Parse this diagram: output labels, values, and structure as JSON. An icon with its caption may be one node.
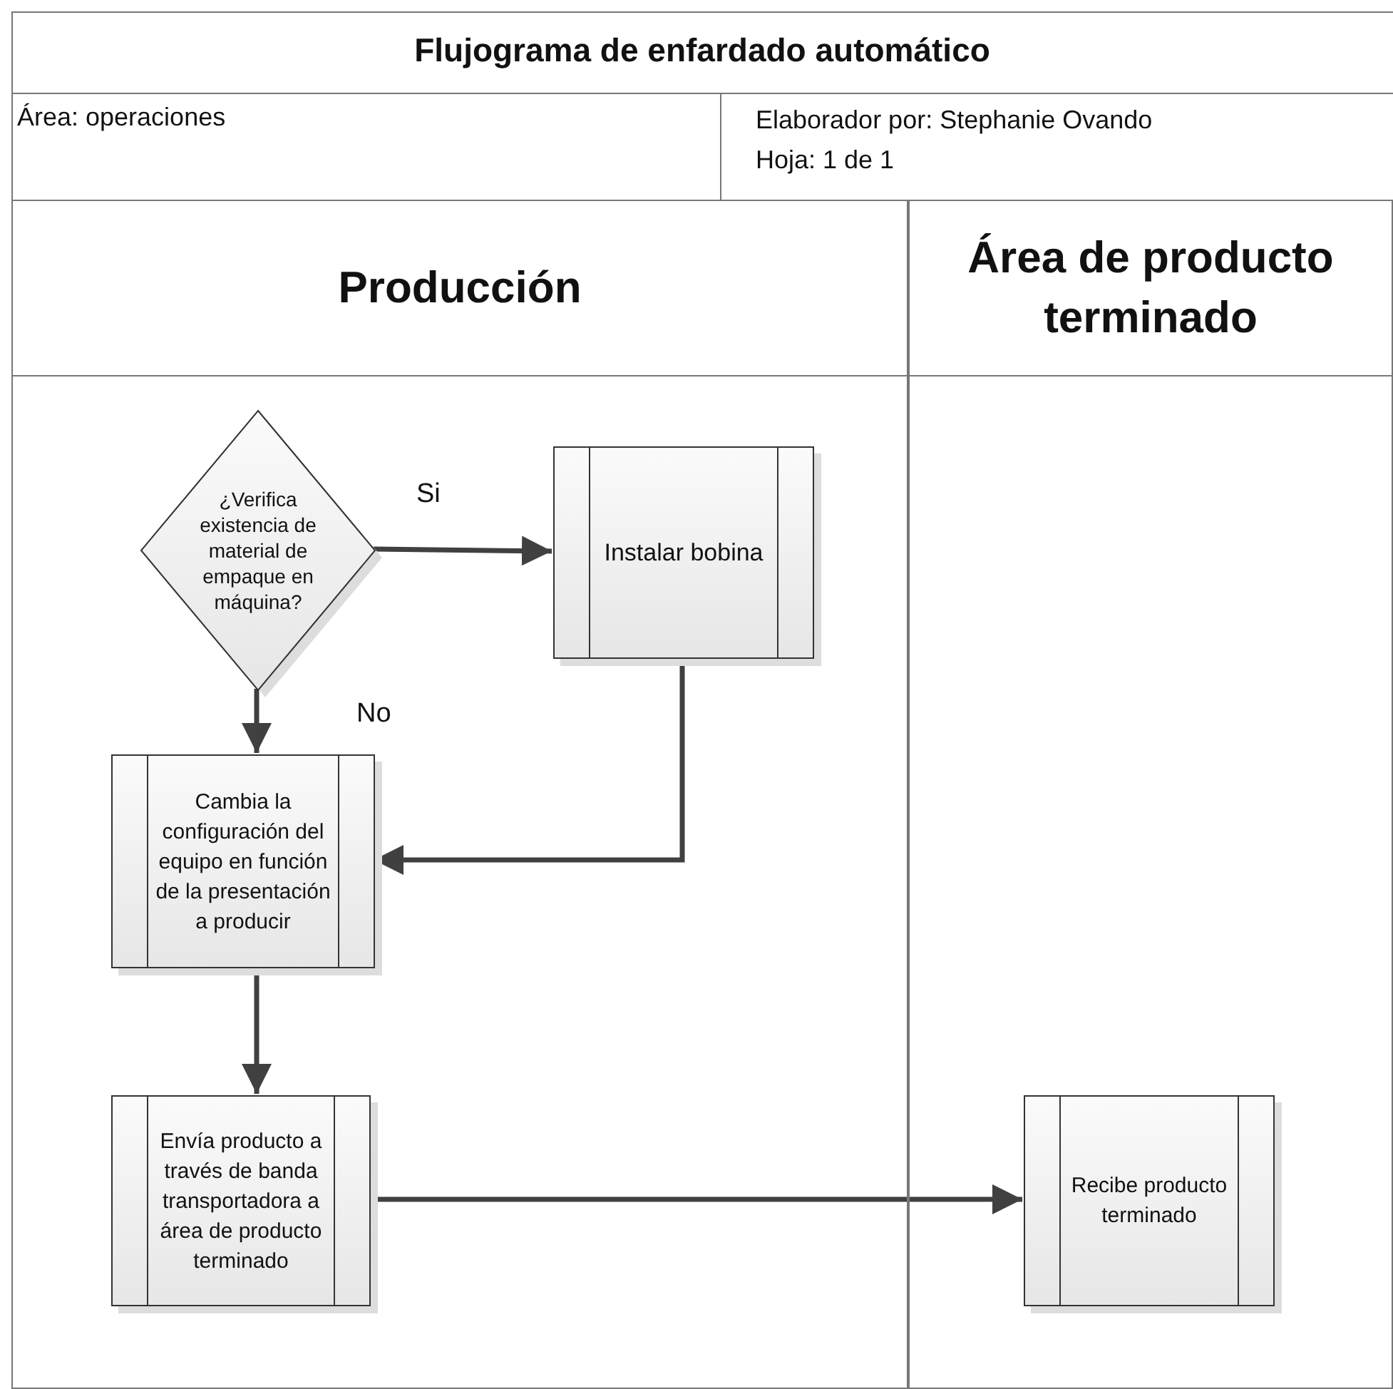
{
  "diagram": {
    "title": "Flujograma de enfardado automático",
    "nodes": [
      {
        "text": [
          "Producción"
        ]
      },
      {
        "text": [
          "Área de producto terminado"
        ]
      },
      {
        "text": [
          "¿Verifica existencia de material de empaque en máquina?"
        ],
        "in": 0
      },
      {
        "text": [
          "Instalar bobina"
        ],
        "in": 0
      },
      {
        "text": [
          "Cambia la configuración del equipo en función de la presentación a producir"
        ],
        "in": 0
      },
      {
        "text": [
          "Envía producto a través de banda transportadora a área de producto terminado"
        ],
        "in": 0
      },
      {
        "text": [
          "Recibe producto terminado"
        ],
        "in": 1
      }
    ],
    "edges": [
      {
        "from": 2,
        "to": 3,
        "arrow": "to",
        "label": "Si"
      },
      {
        "from": 2,
        "to": 4,
        "arrow": "to",
        "label": "No"
      },
      {
        "from": 3,
        "to": 4,
        "arrow": "to"
      },
      {
        "from": 4,
        "to": 5,
        "arrow": "to"
      },
      {
        "from": 5,
        "to": 6,
        "arrow": "to"
      }
    ],
    "labels": [
      "Área: operaciones",
      "Elaborador por: Stephanie Ovando",
      "Hoja: 1 de 1"
    ]
  }
}
